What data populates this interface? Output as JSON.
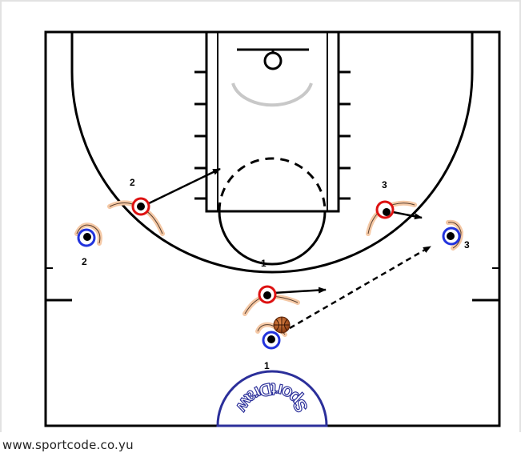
{
  "diagram": {
    "type": "basketball-play",
    "colors": {
      "court_lines": "#000000",
      "offense": "#2233dd",
      "defense": "#dd1111",
      "ball": "#b5541a",
      "logo": "#2b2f9a",
      "skin": "#f5c9a6"
    },
    "offense_players": [
      {
        "id": "o1",
        "label": "1",
        "has_ball": true
      },
      {
        "id": "o2",
        "label": "2",
        "has_ball": false
      },
      {
        "id": "o3",
        "label": "3",
        "has_ball": false
      }
    ],
    "defense_players": [
      {
        "id": "x1",
        "label": "1"
      },
      {
        "id": "x2",
        "label": "2"
      },
      {
        "id": "x3",
        "label": "3"
      }
    ],
    "actions": [
      {
        "type": "pass",
        "from": "o1",
        "to": "o3",
        "style": "dashed-arrow"
      },
      {
        "type": "defender-move",
        "player": "x1",
        "style": "solid-arrow"
      },
      {
        "type": "defender-move",
        "player": "x2",
        "style": "solid-arrow"
      },
      {
        "type": "defender-move",
        "player": "x3",
        "style": "solid-arrow"
      }
    ],
    "logo_text": "SportDraw"
  },
  "footer": {
    "url": "www.sportcode.co.yu"
  }
}
